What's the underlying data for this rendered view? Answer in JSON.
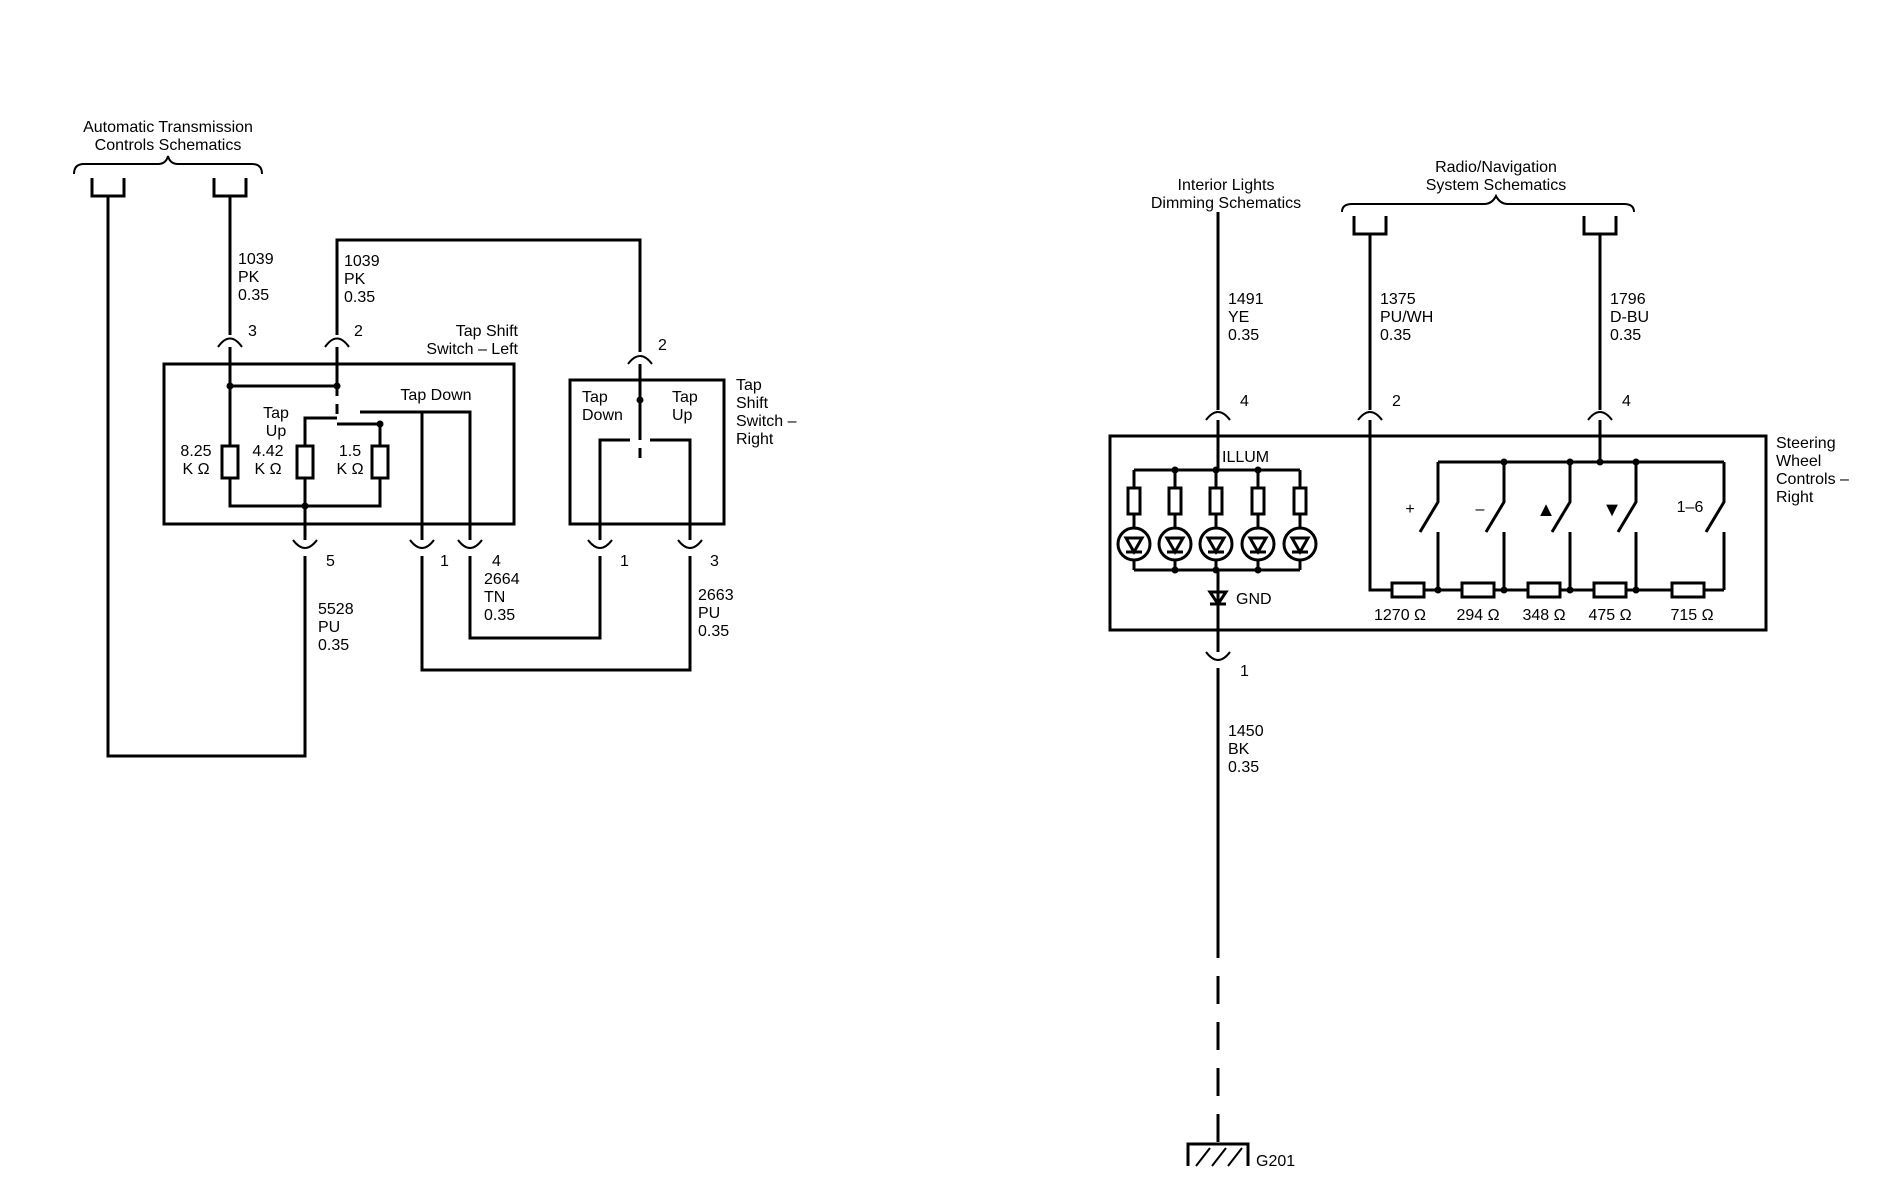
{
  "references": {
    "auto_trans": [
      "Automatic Transmission",
      "Controls Schematics"
    ],
    "interior_lights": [
      "Interior Lights",
      "Dimming Schematics"
    ],
    "radio_nav": [
      "Radio/Navigation",
      "System Schematics"
    ]
  },
  "components": {
    "tap_left": {
      "name": [
        "Tap Shift",
        "Switch – Left"
      ],
      "tap_up": [
        "Tap",
        "Up"
      ],
      "tap_down": "Tap Down",
      "res_825": [
        "8.25",
        "K Ω"
      ],
      "res_442": [
        "4.42",
        "K Ω"
      ],
      "res_15": [
        "1.5",
        "K Ω"
      ]
    },
    "tap_right": {
      "name": [
        "Tap",
        "Shift",
        "Switch –",
        "Right"
      ],
      "tap_down": [
        "Tap",
        "Down"
      ],
      "tap_up": [
        "Tap",
        "Up"
      ]
    },
    "swc_right": {
      "name": [
        "Steering",
        "Wheel",
        "Controls –",
        "Right"
      ],
      "illum": "ILLUM",
      "gnd": "GND",
      "buttons": [
        "+",
        "–",
        "▲",
        "▼",
        "1–6"
      ],
      "resistors": [
        "1270 Ω",
        "294 Ω",
        "348 Ω",
        "475 Ω",
        "715 Ω"
      ]
    }
  },
  "pins": {
    "tl_3": "3",
    "tl_2": "2",
    "tl_5": "5",
    "tl_1": "1",
    "tl_4": "4",
    "tr_2": "2",
    "tr_1": "1",
    "tr_3": "3",
    "sw_4a": "4",
    "sw_2": "2",
    "sw_4b": "4",
    "sw_1": "1"
  },
  "wires": {
    "w1039a": [
      "1039",
      "PK",
      "0.35"
    ],
    "w1039b": [
      "1039",
      "PK",
      "0.35"
    ],
    "w5528": [
      "5528",
      "PU",
      "0.35"
    ],
    "w2664": [
      "2664",
      "TN",
      "0.35"
    ],
    "w2663": [
      "2663",
      "PU",
      "0.35"
    ],
    "w1491": [
      "1491",
      "YE",
      "0.35"
    ],
    "w1375": [
      "1375",
      "PU/WH",
      "0.35"
    ],
    "w1796": [
      "1796",
      "D-BU",
      "0.35"
    ],
    "w1450": [
      "1450",
      "BK",
      "0.35"
    ]
  },
  "ground": "G201"
}
